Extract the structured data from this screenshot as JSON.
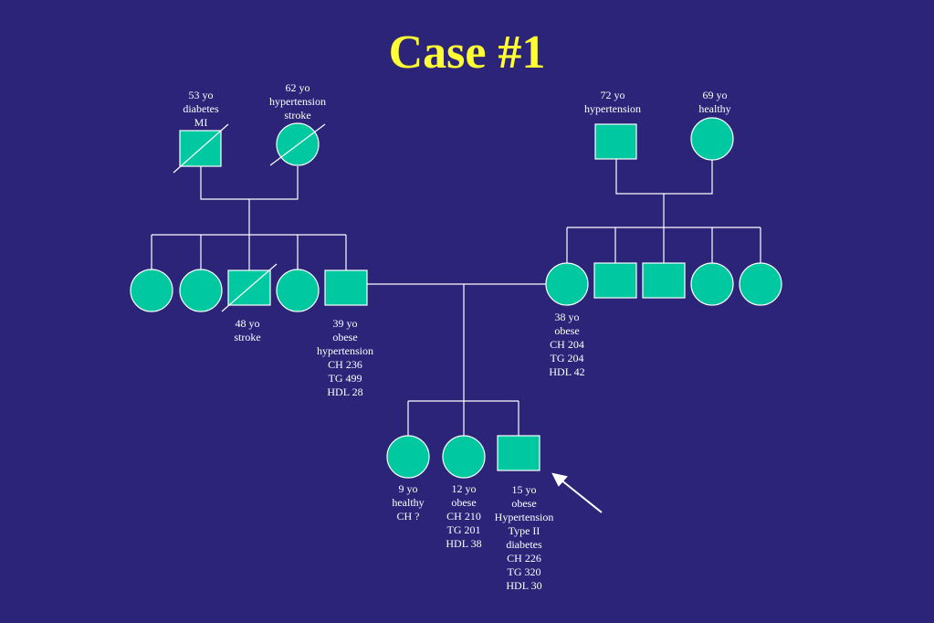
{
  "title": "Case #1",
  "colors": {
    "background": "#2b2479",
    "title": "#ffff33",
    "symbol_fill": "#00c8a0",
    "line": "#ffffff"
  },
  "individuals": [
    {
      "id": "pgf",
      "shape": "square",
      "deceased": true,
      "label": [
        "53 yo",
        "diabetes",
        "MI"
      ]
    },
    {
      "id": "pgm",
      "shape": "circle",
      "deceased": true,
      "label": [
        "62 yo",
        "hypertension",
        "stroke"
      ]
    },
    {
      "id": "mgf",
      "shape": "square",
      "deceased": false,
      "label": [
        "72 yo",
        "hypertension"
      ]
    },
    {
      "id": "mgm",
      "shape": "circle",
      "deceased": false,
      "label": [
        "69 yo",
        "healthy"
      ]
    },
    {
      "id": "pat-sib1",
      "shape": "circle",
      "deceased": false,
      "label": []
    },
    {
      "id": "pat-sib2",
      "shape": "circle",
      "deceased": false,
      "label": []
    },
    {
      "id": "pat-sib3",
      "shape": "square",
      "deceased": true,
      "label": [
        "48 yo",
        "stroke"
      ]
    },
    {
      "id": "pat-sib4",
      "shape": "circle",
      "deceased": false,
      "label": []
    },
    {
      "id": "father",
      "shape": "square",
      "deceased": false,
      "label": [
        "39 yo",
        "obese",
        "hypertension",
        "CH 236",
        "TG 499",
        "HDL 28"
      ]
    },
    {
      "id": "mother",
      "shape": "circle",
      "deceased": false,
      "label": [
        "38 yo",
        "obese",
        "CH 204",
        "TG 204",
        "HDL 42"
      ]
    },
    {
      "id": "mat-sib1",
      "shape": "square",
      "deceased": false,
      "label": []
    },
    {
      "id": "mat-sib2",
      "shape": "square",
      "deceased": false,
      "label": []
    },
    {
      "id": "mat-sib3",
      "shape": "circle",
      "deceased": false,
      "label": []
    },
    {
      "id": "mat-sib4",
      "shape": "circle",
      "deceased": false,
      "label": []
    },
    {
      "id": "child1",
      "shape": "circle",
      "deceased": false,
      "label": [
        "9 yo",
        "healthy",
        "CH ?"
      ]
    },
    {
      "id": "child2",
      "shape": "circle",
      "deceased": false,
      "label": [
        "12 yo",
        "obese",
        "CH 210",
        "TG 201",
        "HDL 38"
      ]
    },
    {
      "id": "proband",
      "shape": "square",
      "deceased": false,
      "proband": true,
      "label": [
        "15 yo",
        "obese",
        "Hypertension",
        "Type II",
        "diabetes",
        "CH 226",
        "TG 320",
        "HDL 30"
      ]
    }
  ]
}
